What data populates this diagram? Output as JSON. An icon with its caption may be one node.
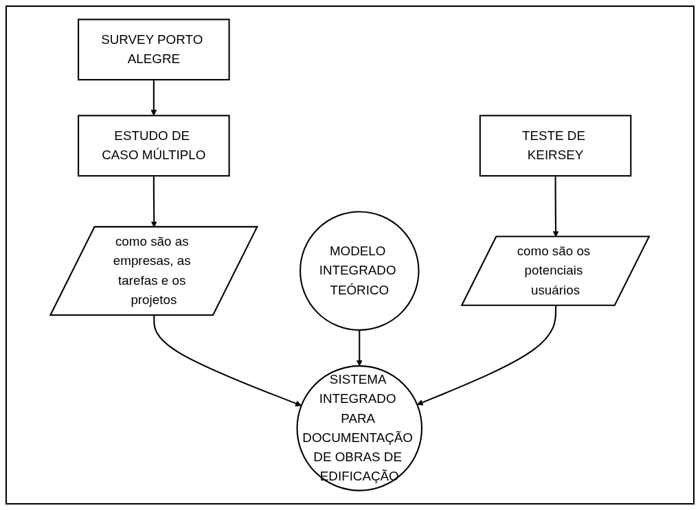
{
  "diagram": {
    "nodes": [
      {
        "text": [
          "SURVEY PORTO ALEGRE"
        ]
      },
      {
        "text": [
          "MODELO INTEGRADO TEÓRICO"
        ]
      },
      {
        "text": [
          "TESTE DE KEIRSEY"
        ]
      },
      {
        "text": [
          "ESTUDO DE CASO MÚLTIPLO"
        ]
      },
      {
        "text": [
          "como são os potenciais usuários"
        ]
      },
      {
        "text": [
          "como são as empresas, as tarefas e os projetos"
        ]
      },
      {
        "text": [
          "SISTEMA INTEGRADO PARA DOCUMENTAÇÃO DE OBRAS DE EDIFICAÇÃO"
        ]
      }
    ],
    "edges": [
      {
        "from": 0,
        "to": 3,
        "arrow": "to"
      },
      {
        "from": 3,
        "to": 5,
        "arrow": "to"
      },
      {
        "from": 5,
        "to": 6,
        "arrow": "to"
      },
      {
        "from": 1,
        "to": 6,
        "arrow": "to"
      },
      {
        "from": 2,
        "to": 4,
        "arrow": "to"
      },
      {
        "from": 4,
        "to": 6,
        "arrow": "to"
      }
    ]
  }
}
